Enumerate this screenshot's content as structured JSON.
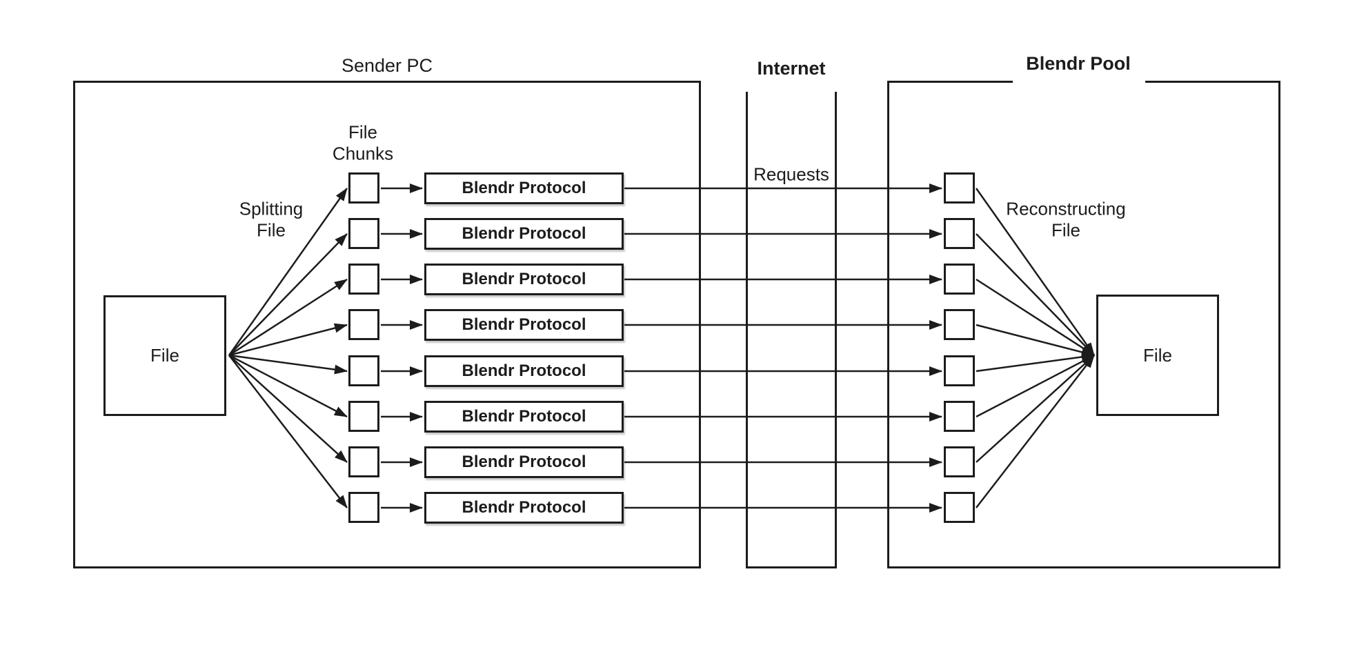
{
  "sections": {
    "sender": {
      "title": "Sender PC",
      "file_box_label": "File",
      "splitting_label": "Splitting\nFile",
      "chunks_label": "File\nChunks"
    },
    "internet": {
      "title": "Internet",
      "requests_label": "Requests"
    },
    "pool": {
      "title": "Blendr Pool",
      "reconstructing_label": "Reconstructing\nFile",
      "file_box_label": "File"
    }
  },
  "rows": [
    {
      "protocol_label": "Blendr Protocol"
    },
    {
      "protocol_label": "Blendr Protocol"
    },
    {
      "protocol_label": "Blendr Protocol"
    },
    {
      "protocol_label": "Blendr Protocol"
    },
    {
      "protocol_label": "Blendr Protocol"
    },
    {
      "protocol_label": "Blendr Protocol"
    },
    {
      "protocol_label": "Blendr Protocol"
    },
    {
      "protocol_label": "Blendr Protocol"
    }
  ],
  "colors": {
    "line": "#1c1c1c",
    "text": "#1c1c1c",
    "background": "#ffffff"
  }
}
